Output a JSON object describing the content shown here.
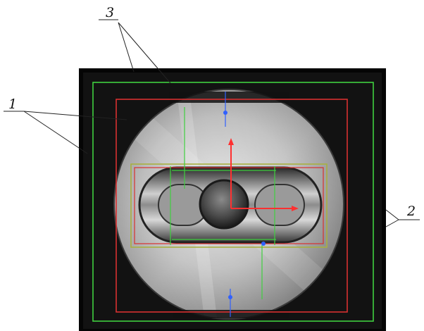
{
  "callouts": {
    "one": "1",
    "two": "2",
    "three": "3"
  },
  "colors": {
    "green_frame": "#3fcf3f",
    "red_frame": "#d83030",
    "olive_frame": "#a8b040",
    "axis_red": "#ff3030",
    "axis_blue": "#3060ff",
    "background": "#101010",
    "metal": "#b8b8b8"
  }
}
